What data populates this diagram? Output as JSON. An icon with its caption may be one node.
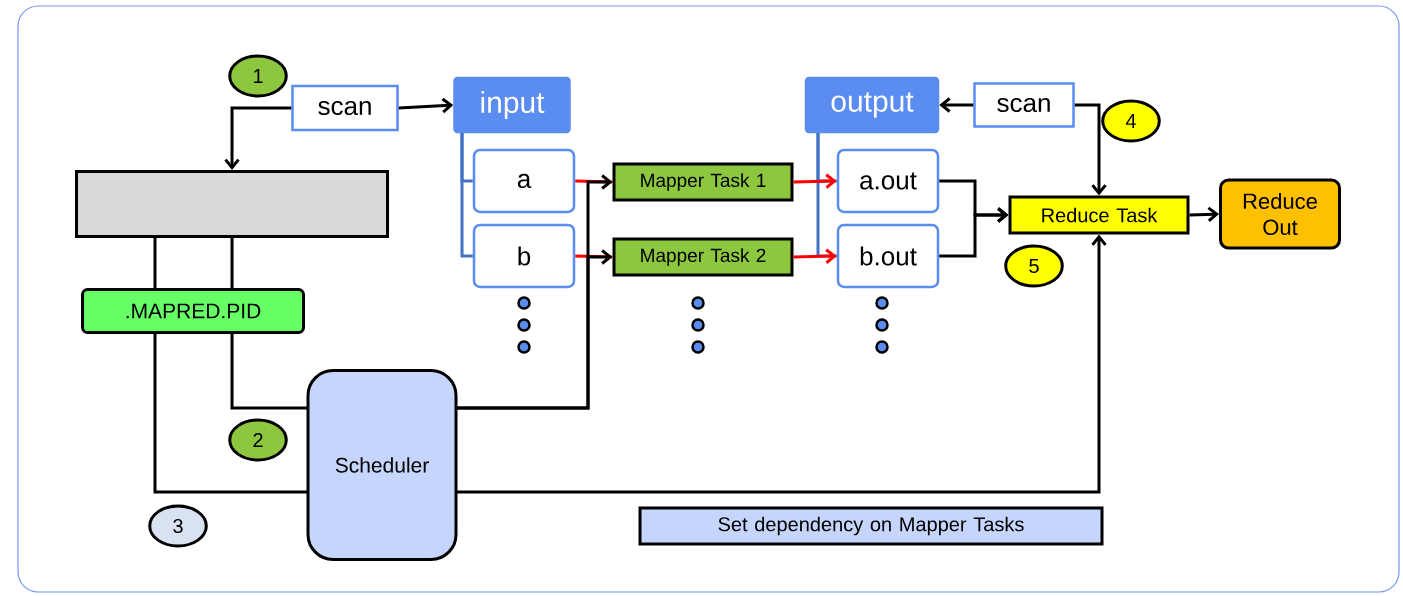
{
  "diagram": {
    "nodes": [
      {
        "text": [
          "1"
        ]
      },
      {
        "text": [
          "scan"
        ]
      },
      {
        "text": [
          "input"
        ]
      },
      {
        "text": [
          "a"
        ]
      },
      {
        "text": [
          "b"
        ]
      },
      {
        "text": [
          "output"
        ]
      },
      {
        "text": [
          "scan"
        ]
      },
      {
        "text": [
          "4"
        ]
      },
      {
        "text": [],
        "shape": "box"
      },
      {
        "text": [
          "Mapper Task 1"
        ]
      },
      {
        "text": [
          "a.out"
        ]
      },
      {
        "text": [
          "Reduce Task"
        ]
      },
      {
        "text": [
          "Reduce Out"
        ]
      },
      {
        "text": [
          "Mapper Task 2"
        ]
      },
      {
        "text": [
          "b.out"
        ]
      },
      {
        "text": [
          "5"
        ]
      },
      {
        "text": [
          ".MAPRED.PID"
        ]
      },
      {
        "text": [
          "Scheduler"
        ]
      },
      {
        "text": [
          "2"
        ]
      },
      {
        "text": [
          "3"
        ]
      },
      {
        "text": [
          "Set dependency on Mapper Tasks"
        ]
      }
    ],
    "edges": [
      {
        "from": 1,
        "to": 2,
        "arrow": "to"
      },
      {
        "from": 1,
        "to": 8,
        "arrow": "to"
      },
      {
        "from": 2,
        "to": 3,
        "arrow": "none",
        "color": "#4472c4"
      },
      {
        "from": 2,
        "to": 4,
        "arrow": "none",
        "color": "#4472c4"
      },
      {
        "from": 5,
        "to": 10,
        "arrow": "none",
        "color": "#4472c4"
      },
      {
        "from": 5,
        "to": 14,
        "arrow": "none",
        "color": "#4472c4"
      },
      {
        "from": 3,
        "to": 9,
        "arrow": "none",
        "color": "#ff0000"
      },
      {
        "from": 4,
        "to": 13,
        "arrow": "none",
        "color": "#ff0000"
      },
      {
        "from": 9,
        "to": 10,
        "arrow": "to",
        "color": "#ff0000"
      },
      {
        "from": 13,
        "to": 14,
        "arrow": "to",
        "color": "#ff0000"
      },
      {
        "from": 10,
        "to": 11,
        "arrow": "to"
      },
      {
        "from": 14,
        "to": 11,
        "arrow": "to"
      },
      {
        "from": 6,
        "to": 5,
        "arrow": "to"
      },
      {
        "from": 6,
        "to": 11,
        "arrow": "to"
      },
      {
        "from": 11,
        "to": 12,
        "arrow": "to"
      },
      {
        "from": 8,
        "to": 16,
        "arrow": "none"
      },
      {
        "from": 8,
        "to": 16,
        "arrow": "none"
      },
      {
        "from": 16,
        "to": 17,
        "arrow": "none"
      },
      {
        "from": 16,
        "to": 17,
        "arrow": "none"
      },
      {
        "from": 17,
        "to": 9,
        "arrow": "to"
      },
      {
        "from": 17,
        "to": 13,
        "arrow": "to"
      },
      {
        "from": 17,
        "to": 11,
        "arrow": "to"
      }
    ]
  }
}
